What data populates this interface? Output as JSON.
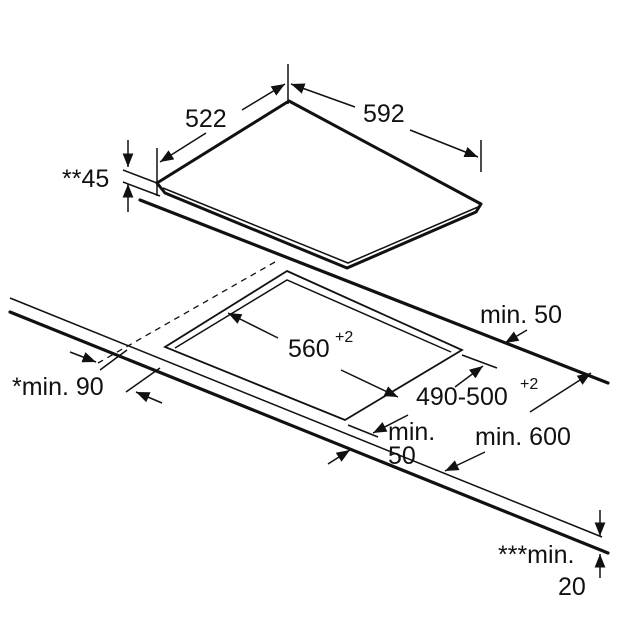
{
  "dimensions": {
    "hob_depth": "522",
    "hob_width": "592",
    "hob_height": "**45",
    "cutout_width": "560",
    "cutout_width_tol": "+2",
    "cutout_depth": "490-500",
    "cutout_depth_tol": "+2",
    "min_back": "min. 50",
    "min_side": "*min. 90",
    "min_front_line1": "min.",
    "min_front_line2": "50",
    "worktop_depth": "min. 600",
    "worktop_thickness_line1": "***min.",
    "worktop_thickness_line2": "20"
  }
}
